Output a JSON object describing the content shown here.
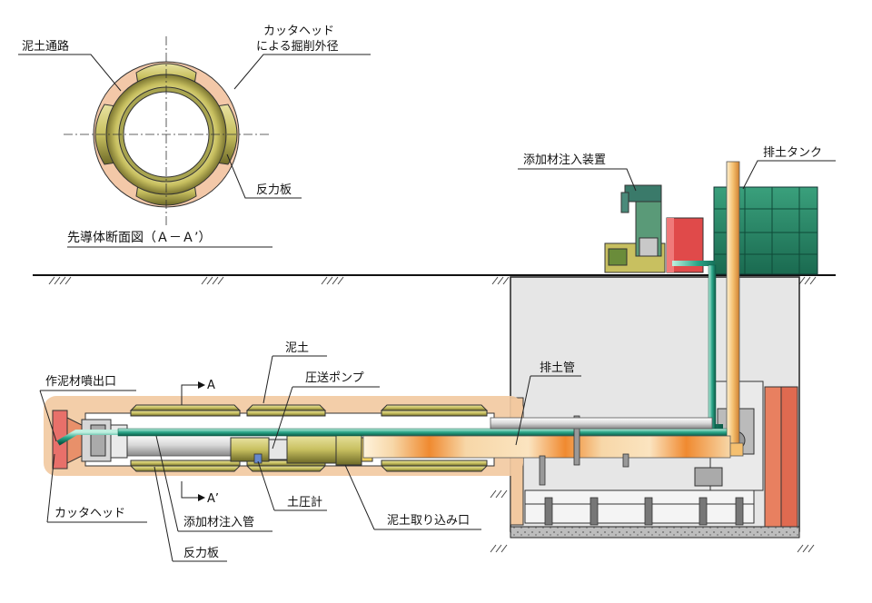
{
  "cross_section": {
    "title": "先導体断面図（Ａ－Ａ’）",
    "labels": {
      "mud_passage": "泥土通路",
      "cutter_diameter_line1": "カッタヘッド",
      "cutter_diameter_line2": "による掘削外径",
      "reaction_plate": "反力板"
    }
  },
  "surface": {
    "additive_injector": "添加材注入装置",
    "discharge_tank": "排土タンク"
  },
  "tunnel": {
    "mud": "泥土",
    "pump": "圧送ポンプ",
    "discharge_pipe": "排土管",
    "mud_nozzle": "作泥材噴出口",
    "section_a_top": "A",
    "section_a_bottom": "A’",
    "cutter_head": "カッタヘッド",
    "additive_pipe": "添加材注入管",
    "earth_pressure_gauge": "土圧計",
    "mud_intake": "泥土取り込み口",
    "reaction_plate": "反力板"
  },
  "colors": {
    "olive": "#c8c060",
    "olive_dark": "#7a7430",
    "mud_orange": "#f2c9a0",
    "hot_orange": "#f08a30",
    "pipe_green": "#2aa588",
    "tank_green": "#2a8c6a",
    "shaft_gray": "#e4e4e4",
    "red_block": "#e06060"
  }
}
